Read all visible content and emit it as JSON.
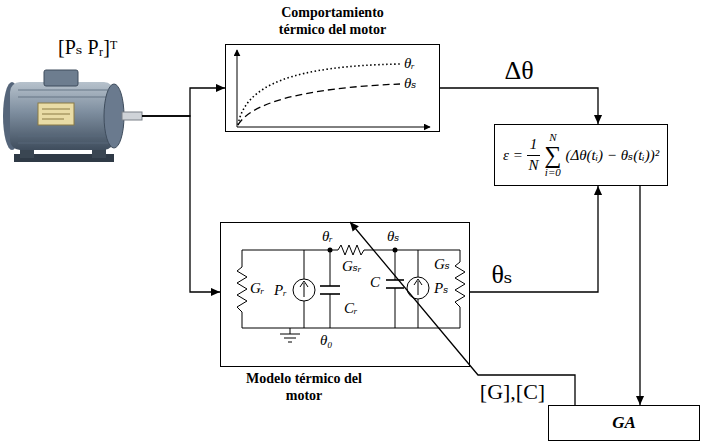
{
  "diagram": {
    "nodes": [
      {
        "text": [
          "[Pₛ Pᵣ]ᵀ"
        ]
      },
      {
        "text": [
          "Comportamiento térmico del motor"
        ]
      },
      {
        "text": [
          "ε =",
          "1",
          "N",
          "N",
          "∑",
          "i=0",
          "(Δθ(tᵢ) − θₛ(tᵢ))²"
        ]
      },
      {
        "text": [
          "Modelo térmico del motor"
        ]
      },
      {
        "text": [
          "GA"
        ]
      }
    ],
    "edges": [
      {
        "from": 0,
        "to": 1,
        "arrow": "to"
      },
      {
        "from": 0,
        "to": 3,
        "arrow": "to"
      },
      {
        "from": 1,
        "to": 2,
        "label": "Δθ",
        "arrow": "to"
      },
      {
        "from": 3,
        "to": 2,
        "label": "θₛ",
        "arrow": "to"
      },
      {
        "from": 2,
        "to": 4,
        "arrow": "to"
      },
      {
        "from": 4,
        "to": 3,
        "label": "[G],[C]",
        "arrow": "to"
      }
    ],
    "labels": [
      "θᵣ",
      "θₛ",
      "θᵣ",
      "Gₛᵣ",
      "θₛ",
      "Gᵣ",
      "Pᵣ",
      "Cᵣ",
      "C",
      "Pₛ",
      "Gₛ",
      "θ₀"
    ]
  }
}
